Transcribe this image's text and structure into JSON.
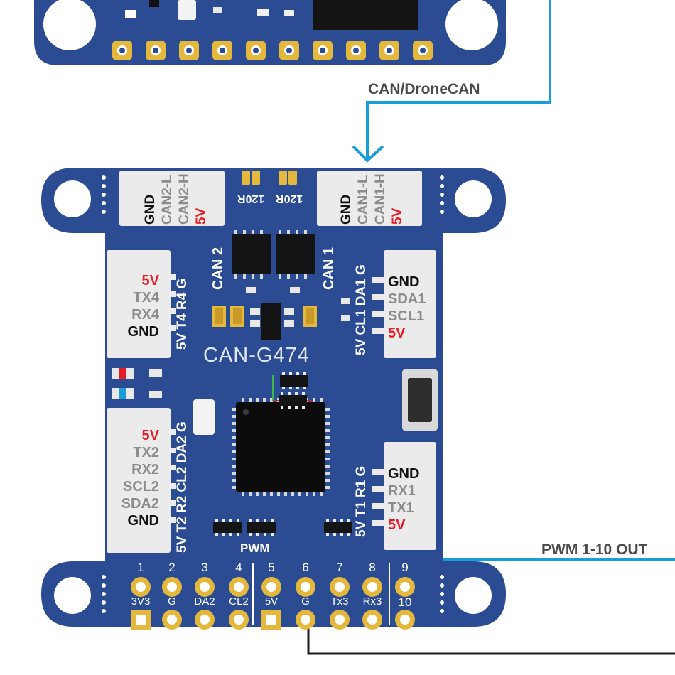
{
  "wires": {
    "can_label": "CAN/DroneCAN",
    "pwm_label": "PWM 1-10  OUT"
  },
  "board": {
    "name": "CAN-G474",
    "pwm_label": "PWM",
    "can2_label": "CAN 2",
    "can1_label": "CAN 1",
    "jumper_left": "120R",
    "jumper_right": "120R"
  },
  "connectors": {
    "can2": [
      "GND",
      "CAN2-L",
      "CAN2-H",
      "5V"
    ],
    "can1": [
      "GND",
      "CAN1-L",
      "CAN1-H",
      "5V"
    ],
    "uart4": [
      "5V",
      "TX4",
      "RX4",
      "GND"
    ],
    "uart4_silk": "5V T4 R4 G",
    "i2c1": [
      "GND",
      "SDA1",
      "SCL1",
      "5V"
    ],
    "i2c1_silk": "5V CL1 DA1 G",
    "uart2_i2c2": [
      "5V",
      "TX2",
      "RX2",
      "SCL2",
      "SDA2",
      "GND"
    ],
    "uart2_silk": "5V T2 R2 CL2 DA2 G",
    "uart1": [
      "GND",
      "RX1",
      "TX1",
      "5V"
    ],
    "uart1_silk": "5V T1 R1 G"
  },
  "pins": {
    "numbers": [
      "1",
      "2",
      "3",
      "4",
      "5",
      "6",
      "7",
      "8",
      "9",
      "10"
    ],
    "bottom": [
      "3V3",
      "G",
      "DA2",
      "CL2",
      "5V",
      "G",
      "Tx3",
      "Rx3"
    ]
  },
  "colors": {
    "board": "#2b4c93",
    "wire_blue": "#1a9ed8",
    "gold": "#e3b83c",
    "connector": "#ebebeb",
    "red": "#e41e26"
  }
}
